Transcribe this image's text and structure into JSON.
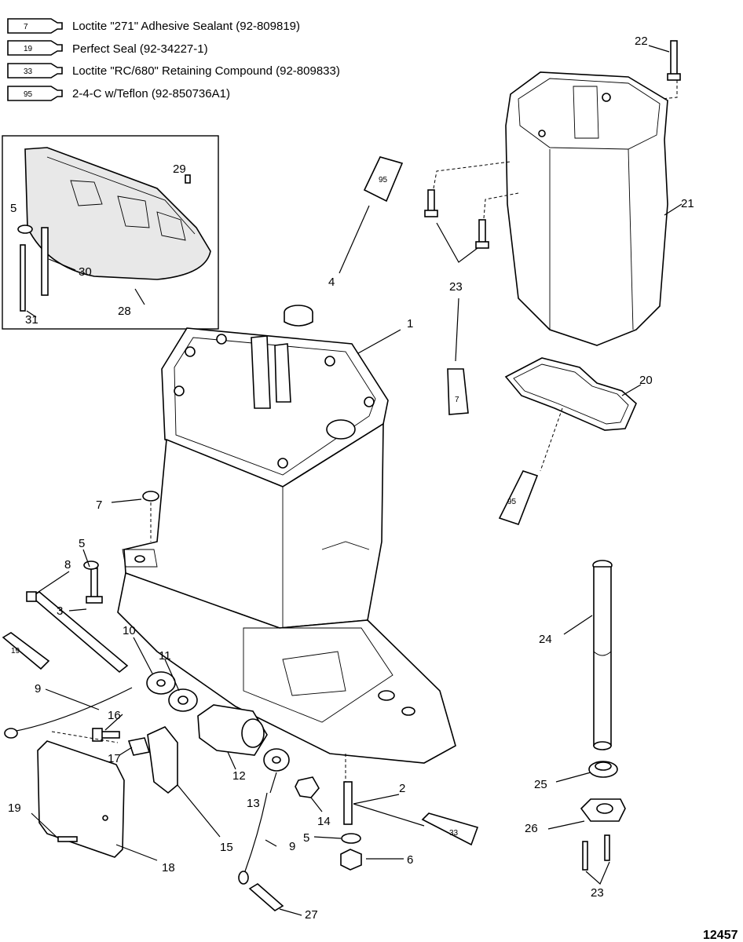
{
  "legend": [
    {
      "code": "7",
      "text": "Loctite \"271\" Adhesive Sealant (92-809819)"
    },
    {
      "code": "19",
      "text": "Perfect Seal (92-34227-1)"
    },
    {
      "code": "33",
      "text": "Loctite \"RC/680\" Retaining Compound (92-809833)"
    },
    {
      "code": "95",
      "text": "2-4-C w/Teflon (92-850736A1)"
    }
  ],
  "callouts": {
    "c1": "1",
    "c2": "2",
    "c3": "3",
    "c4": "4",
    "c5a": "5",
    "c5b": "5",
    "c5c": "5",
    "c6": "6",
    "c7": "7",
    "c8": "8",
    "c9a": "9",
    "c9b": "9",
    "c10": "10",
    "c11": "11",
    "c12": "12",
    "c13": "13",
    "c14": "14",
    "c15": "15",
    "c16": "16",
    "c17": "17",
    "c18": "18",
    "c19": "19",
    "c20": "20",
    "c21": "21",
    "c22": "22",
    "c23a": "23",
    "c23b": "23",
    "c24": "24",
    "c25": "25",
    "c26": "26",
    "c27": "27",
    "c28": "28",
    "c29": "29",
    "c30": "30",
    "c31": "31"
  },
  "tubes": {
    "t95a": "95",
    "t7": "7",
    "t95b": "95",
    "t19": "19",
    "t33": "33"
  },
  "figure_number": "12457"
}
